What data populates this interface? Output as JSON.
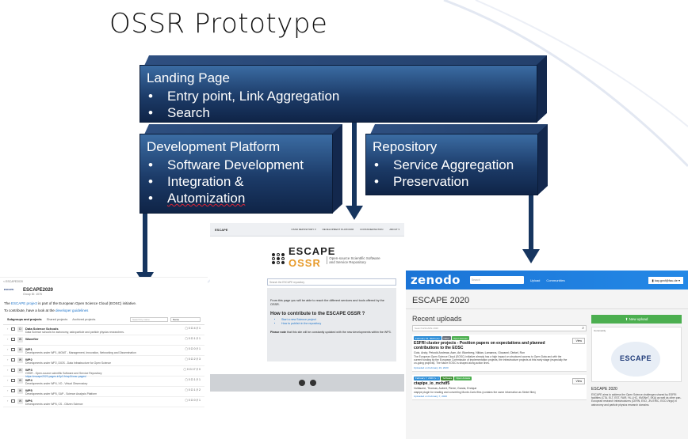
{
  "slide": {
    "title": "OSSR Prototype"
  },
  "boxes": {
    "landing": {
      "title": "Landing Page",
      "items": [
        "Entry point, Link Aggregation",
        "Search"
      ]
    },
    "development": {
      "title": "Development Platform",
      "items": [
        "Software Development",
        "Integration &",
        "Automization"
      ]
    },
    "repository": {
      "title": "Repository",
      "items": [
        "Service Aggregation",
        "Preservation"
      ]
    }
  },
  "gitlab": {
    "breadcrumb": "< ESCAPE2020",
    "logo_text": "ESCAPE",
    "group_name": "ESCAPE2020",
    "group_id": "Group ID: 1076",
    "description_prefix": "The ",
    "description_link": "ESCAPE project",
    "description_suffix": " is part of the European Open Science Cloud (EOSC) initiative.",
    "guide_prefix": "To contribute, have a look at the ",
    "guide_link": "developer guidelines",
    "tabs": [
      "Subgroups and projects",
      "Shared projects",
      "Archived projects"
    ],
    "search_placeholder": "Search by name",
    "sort_label": "Name",
    "rows": [
      {
        "avatar": "D",
        "name": "Data Science Schools",
        "desc": "Data Science schools for astronomy, astroparticle and particle physics researchers.",
        "counts": "▢ 0  ⊡ 4  ⚲ 1"
      },
      {
        "avatar": "W",
        "name": "Wavefier",
        "desc": "",
        "counts": "▢ 0  ⊡ 1  ⚲ 1"
      },
      {
        "avatar": "W",
        "name": "WP1",
        "desc": "Developments under WP1, MGMT - Management, Innovation, Networking and Dissemination",
        "counts": "▢ 0  ⊡ 0  ⚲ 1"
      },
      {
        "avatar": "W",
        "name": "WP2",
        "desc": "Developments under WP2, DIOS - Data Infrastructure for Open Science",
        "counts": "▢ 0  ⊡ 2  ⚲ 3"
      },
      {
        "avatar": "W",
        "name": "WP3",
        "desc": "OSSR - Open-source scientific Software and Service Repository",
        "counts": "▢ 0  ⊡ 17  ⚲ 0"
      },
      {
        "avatar": "W",
        "name": "WP4",
        "desc": "Developments under WP4, VO - Virtual Observatory",
        "counts": "▢ 0  ⊡ 1  ⚲ 1"
      },
      {
        "avatar": "W",
        "name": "WP5",
        "desc": "Developments under WP5, SAP - Science Analysis Platform",
        "counts": "▢ 0  ⊡ 1  ⚲ 2"
      },
      {
        "avatar": "W",
        "name": "WP6",
        "desc": "Developments under WP6, CS - Citizen Science",
        "counts": "▢ 0  ⊡ 0  ⚲ 1"
      }
    ],
    "wp3_link": "https://escape2020.pages.in2p3.fr/wp3/ossr-pages/"
  },
  "ossr": {
    "nav_logo": "ESCAPE",
    "nav_links": [
      "OSSR REPOSITORY ▾",
      "DEVELOPMENT PLATFORM",
      "CONTAINERISATION",
      "ABOUT ▾"
    ],
    "brand_escape": "ESCAPE",
    "brand_ossr": "OSSR",
    "tagline_1": "Open-source Scientific Software",
    "tagline_2": "and Service Repository",
    "search_placeholder": "Search the ESCAPE repository",
    "intro": "From this page you will be able to reach the different services and tools offered by the OSSR.",
    "heading": "How to contribute to the ESCAPE OSSR ?",
    "links": [
      "Start a new Science project",
      "How to publish in the repository"
    ],
    "note_bold": "Please note",
    "note_text": " that this site will be constantly updated with the new developments within the WP3."
  },
  "zenodo": {
    "logo": "zenodo",
    "search_placeholder": "Search",
    "nav_links": [
      "Upload",
      "Communities"
    ],
    "user": "▮ kay.graf@fau.de ▾",
    "community_title": "ESCAPE 2020",
    "recent_heading": "Recent uploads",
    "recent_search_placeholder": "Search ESCAPE 2020",
    "items": [
      {
        "date_badge": "February 19, 2020 (v1)",
        "type_badge": "Other",
        "access_badge": "Open Access",
        "title": "ESFRI cluster projects - Position papers on expectations and planned contributions to the EOSC",
        "authors": "Gotz, Andy; Petzold Andreas; Asm, Ari; Blomberg, Niklas; Lamanna, Giovanni; Diekel, Ron",
        "text": "The European Open Science Cloud (EOSC) initiative already has a high impact on structured access to Open Data and with the current funding by the European Commission of implementation projects, the infrastructure projects at this early stage (especially the on-going projects). The future EOSC is shaped along action lines.",
        "uploaded": "Uploaded on February 19, 2020",
        "view": "View"
      },
      {
        "date_badge": "February 7, 2020 (v...)",
        "type_badge": "Software",
        "access_badge": "Open Access",
        "title": "ctapipe_io_mchdf5",
        "authors": "Vuillaume, Thomas; Aubert, Pierre; Garcia, Enrique",
        "text": "ctapipe plugin for reading and converting Monte-Carlo files (contains the same information as Simtel files)",
        "uploaded": "Uploaded on February 7, 2020",
        "view": "View"
      }
    ],
    "new_upload": "⬆ New upload",
    "communities_label": "Community",
    "community_logo_text": "ESCAPE",
    "community_name": "ESCAPE 2020",
    "community_desc": "ESCAPE aims to address the Open Science challenges shared by ESFRI facilities (CTA, ELT, EST, FAIR, HL-LHC, KM3NeT, SKA) as well as other pan-European research infrastructures (CERN, ESO, JIV-ERIC, EGO-Virgo) in astronomy and particle physics research domains."
  },
  "colors": {
    "box_dark": "#1c3b68",
    "arrow": "#16355f",
    "zenodo_blue": "#1b74d6",
    "ossr_orange": "#e79b2c"
  }
}
